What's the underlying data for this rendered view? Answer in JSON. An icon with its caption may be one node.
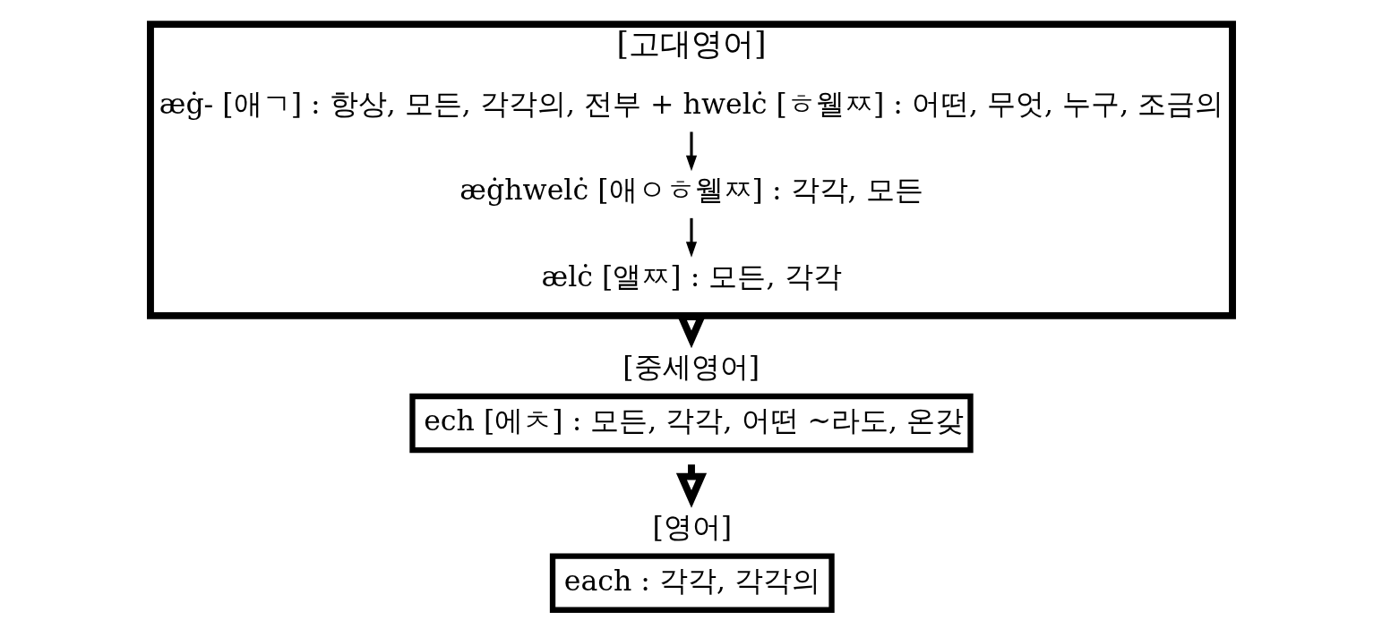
{
  "diagram": {
    "nodes": [
      {
        "text": [
          "[고대영어]"
        ]
      },
      {
        "text": [
          "æġ- [애ㄱ] : 항상, 모든, 각각의, 전부 + hwelċ [ㅎ웰ㅉ] : 어떤, 무엇, 누구, 조금의"
        ],
        "in": 0
      },
      {
        "text": [
          "æġhwelċ [애ㅇㅎ웰ㅉ] : 각각, 모든"
        ],
        "in": 0
      },
      {
        "text": [
          "ælċ [앨ㅉ] : 모든, 각각"
        ],
        "in": 0
      },
      {
        "text": [
          "[중세영어]",
          "ech [에ㅊ] : 모든, 각각, 어떤 ~라도, 온갖"
        ]
      },
      {
        "text": [
          "[영어]",
          "each : 각각, 각각의"
        ]
      }
    ],
    "edges": [
      {
        "from": 1,
        "to": 2,
        "arrow": "to"
      },
      {
        "from": 2,
        "to": 3,
        "arrow": "to"
      },
      {
        "from": 0,
        "to": 4,
        "arrow": "to",
        "style": "thick"
      },
      {
        "from": 4,
        "to": 5,
        "arrow": "to",
        "style": "thick"
      }
    ]
  }
}
